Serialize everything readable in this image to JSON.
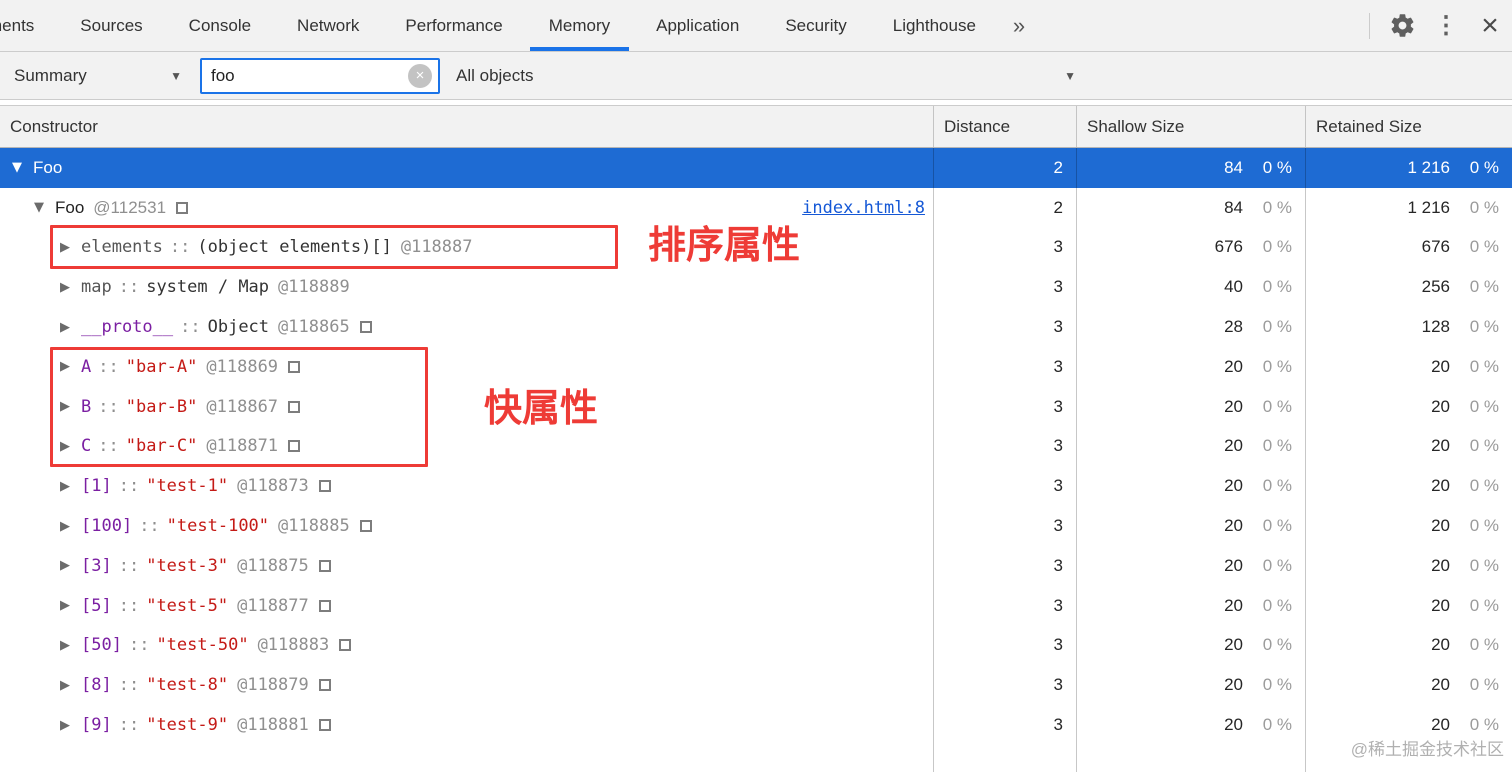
{
  "tabbar": {
    "tabs": [
      {
        "label": "ments",
        "active": false
      },
      {
        "label": "Sources",
        "active": false
      },
      {
        "label": "Console",
        "active": false
      },
      {
        "label": "Network",
        "active": false
      },
      {
        "label": "Performance",
        "active": false
      },
      {
        "label": "Memory",
        "active": true
      },
      {
        "label": "Application",
        "active": false
      },
      {
        "label": "Security",
        "active": false
      },
      {
        "label": "Lighthouse",
        "active": false
      }
    ],
    "more_label": "»",
    "dots_label": "⋮",
    "close_label": "×"
  },
  "toolbar": {
    "perspective": "Summary",
    "perspective_arrow": "▼",
    "filter_value": "foo",
    "clear_label": "×",
    "class_filter": "All objects",
    "class_filter_arrow": "▼"
  },
  "grid": {
    "columns": [
      "Constructor",
      "Distance",
      "Shallow Size",
      "Retained Size"
    ],
    "rows": [
      {
        "level": 0,
        "selected": true,
        "arrow": "▼",
        "name": "Foo",
        "name_style": "plain",
        "distance": "2",
        "shallow": "84",
        "shallow_pct": "0 %",
        "retained": "1 216",
        "retained_pct": "0 %"
      },
      {
        "level": 1,
        "arrow": "▼",
        "name": "Foo",
        "name_style": "plain",
        "id": "@112531",
        "square": true,
        "link": "index.html:8",
        "distance": "2",
        "shallow": "84",
        "shallow_pct": "0 %",
        "retained": "1 216",
        "retained_pct": "0 %"
      },
      {
        "level": 2,
        "arrow": "▶",
        "name": "elements",
        "name_style": "internal",
        "sep": "::",
        "value": "(object elements)[]",
        "value_style": "plain",
        "id": "@118887",
        "distance": "3",
        "shallow": "676",
        "shallow_pct": "0 %",
        "retained": "676",
        "retained_pct": "0 %"
      },
      {
        "level": 2,
        "arrow": "▶",
        "name": "map",
        "name_style": "internal",
        "sep": "::",
        "value": "system / Map",
        "value_style": "plain",
        "id": "@118889",
        "distance": "3",
        "shallow": "40",
        "shallow_pct": "0 %",
        "retained": "256",
        "retained_pct": "0 %"
      },
      {
        "level": 2,
        "arrow": "▶",
        "name": "__proto__",
        "name_style": "property",
        "sep": "::",
        "value": "Object",
        "value_style": "plain",
        "id": "@118865",
        "square": true,
        "distance": "3",
        "shallow": "28",
        "shallow_pct": "0 %",
        "retained": "128",
        "retained_pct": "0 %"
      },
      {
        "level": 2,
        "arrow": "▶",
        "name": "A",
        "name_style": "property",
        "sep": "::",
        "value": "\"bar-A\"",
        "value_style": "string",
        "id": "@118869",
        "square": true,
        "distance": "3",
        "shallow": "20",
        "shallow_pct": "0 %",
        "retained": "20",
        "retained_pct": "0 %"
      },
      {
        "level": 2,
        "arrow": "▶",
        "name": "B",
        "name_style": "property",
        "sep": "::",
        "value": "\"bar-B\"",
        "value_style": "string",
        "id": "@118867",
        "square": true,
        "distance": "3",
        "shallow": "20",
        "shallow_pct": "0 %",
        "retained": "20",
        "retained_pct": "0 %"
      },
      {
        "level": 2,
        "arrow": "▶",
        "name": "C",
        "name_style": "property",
        "sep": "::",
        "value": "\"bar-C\"",
        "value_style": "string",
        "id": "@118871",
        "square": true,
        "distance": "3",
        "shallow": "20",
        "shallow_pct": "0 %",
        "retained": "20",
        "retained_pct": "0 %"
      },
      {
        "level": 2,
        "arrow": "▶",
        "name": "[1]",
        "name_style": "property",
        "sep": "::",
        "value": "\"test-1\"",
        "value_style": "string",
        "id": "@118873",
        "square": true,
        "distance": "3",
        "shallow": "20",
        "shallow_pct": "0 %",
        "retained": "20",
        "retained_pct": "0 %"
      },
      {
        "level": 2,
        "arrow": "▶",
        "name": "[100]",
        "name_style": "property",
        "sep": "::",
        "value": "\"test-100\"",
        "value_style": "string",
        "id": "@118885",
        "square": true,
        "distance": "3",
        "shallow": "20",
        "shallow_pct": "0 %",
        "retained": "20",
        "retained_pct": "0 %"
      },
      {
        "level": 2,
        "arrow": "▶",
        "name": "[3]",
        "name_style": "property",
        "sep": "::",
        "value": "\"test-3\"",
        "value_style": "string",
        "id": "@118875",
        "square": true,
        "distance": "3",
        "shallow": "20",
        "shallow_pct": "0 %",
        "retained": "20",
        "retained_pct": "0 %"
      },
      {
        "level": 2,
        "arrow": "▶",
        "name": "[5]",
        "name_style": "property",
        "sep": "::",
        "value": "\"test-5\"",
        "value_style": "string",
        "id": "@118877",
        "square": true,
        "distance": "3",
        "shallow": "20",
        "shallow_pct": "0 %",
        "retained": "20",
        "retained_pct": "0 %"
      },
      {
        "level": 2,
        "arrow": "▶",
        "name": "[50]",
        "name_style": "property",
        "sep": "::",
        "value": "\"test-50\"",
        "value_style": "string",
        "id": "@118883",
        "square": true,
        "distance": "3",
        "shallow": "20",
        "shallow_pct": "0 %",
        "retained": "20",
        "retained_pct": "0 %"
      },
      {
        "level": 2,
        "arrow": "▶",
        "name": "[8]",
        "name_style": "property",
        "sep": "::",
        "value": "\"test-8\"",
        "value_style": "string",
        "id": "@118879",
        "square": true,
        "distance": "3",
        "shallow": "20",
        "shallow_pct": "0 %",
        "retained": "20",
        "retained_pct": "0 %"
      },
      {
        "level": 2,
        "arrow": "▶",
        "name": "[9]",
        "name_style": "property",
        "sep": "::",
        "value": "\"test-9\"",
        "value_style": "string",
        "id": "@118881",
        "square": true,
        "distance": "3",
        "shallow": "20",
        "shallow_pct": "0 %",
        "retained": "20",
        "retained_pct": "0 %"
      }
    ]
  },
  "annotations": {
    "sorted_label": "排序属性",
    "fast_label": "快属性"
  },
  "watermark": "@稀土掘金技术社区",
  "colors": {
    "selection_blue": "#1e6bd3",
    "tab_accent_blue": "#1a73e8",
    "link_blue": "#1558d6",
    "string_red": "#c41a16",
    "property_purple": "#7b1fa2",
    "annotation_red": "#ee3b36",
    "panel_gray": "#f2f2f2"
  }
}
